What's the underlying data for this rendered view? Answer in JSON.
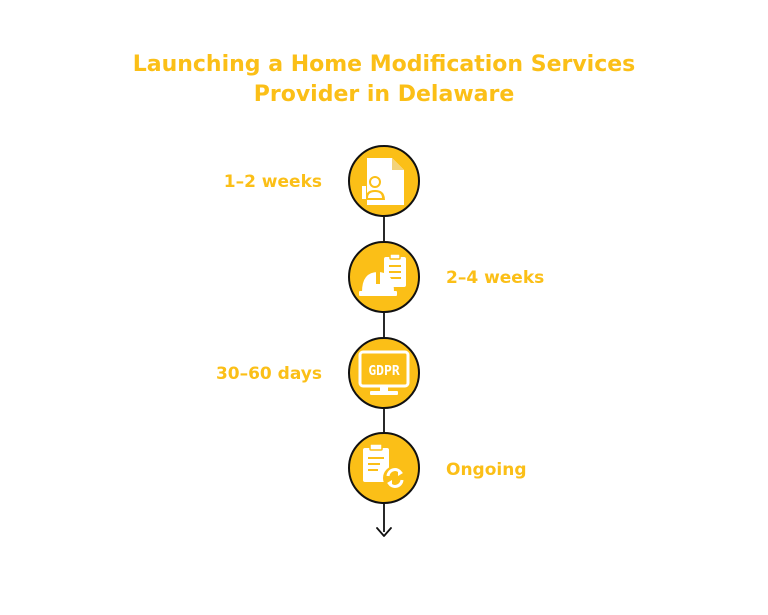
{
  "title": {
    "line1": "Launching a Home Modification Services",
    "line2": "Provider in Delaware"
  },
  "steps": [
    {
      "label": "1–2 weeks",
      "side": "left",
      "icon": "document-person-icon"
    },
    {
      "label": "2–4 weeks",
      "side": "right",
      "icon": "hardhat-clipboard-icon"
    },
    {
      "label": "30–60 days",
      "side": "left",
      "icon": "gdpr-monitor-icon"
    },
    {
      "label": "Ongoing",
      "side": "right",
      "icon": "clipboard-refresh-icon"
    }
  ],
  "colors": {
    "accent": "#fbbf17",
    "line": "#111111",
    "icon": "#ffffff"
  }
}
